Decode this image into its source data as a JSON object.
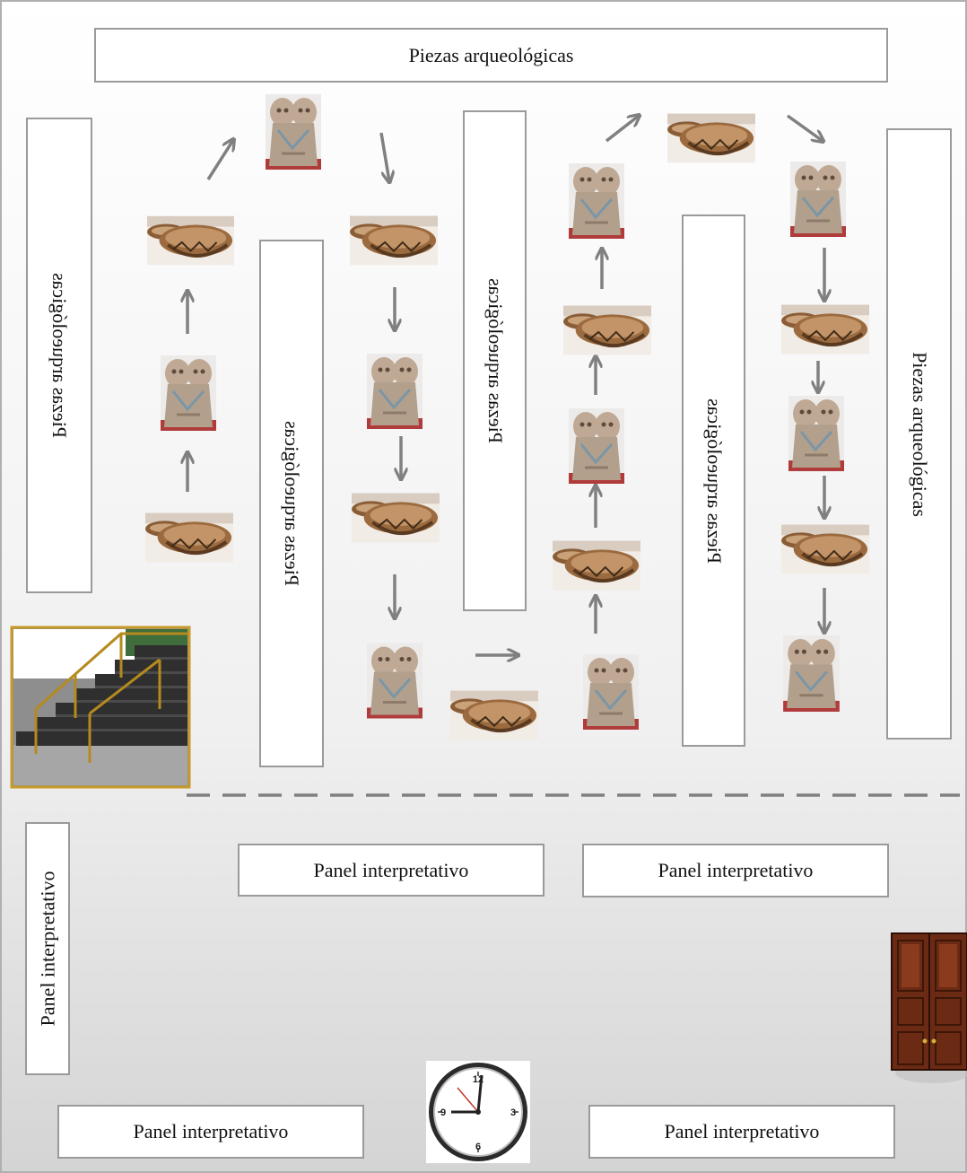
{
  "title_panel": "Piezas arqueológicas",
  "vertical_panels": [
    "Piezas arqueológicas",
    "Piezas arqueológicas",
    "Piezas arqueológicas",
    "Piezas arqueológicas",
    "Piezas arqueológicas"
  ],
  "interpretive_panels": [
    "Panel interpretativo",
    "Panel interpretativo",
    "Panel interpretativo",
    "Panel interpretativo",
    "Panel interpretativo"
  ],
  "clock": {
    "n12": "12",
    "n3": "3",
    "n6": "6",
    "n9": "9"
  },
  "colors": {
    "arrow": "#808080",
    "panel_border": "#9a9a9a",
    "stairs_frame": "#c79a2a",
    "door": "#6b2a14",
    "bowl": "#a77a4f",
    "figurine": "#b8a492"
  }
}
